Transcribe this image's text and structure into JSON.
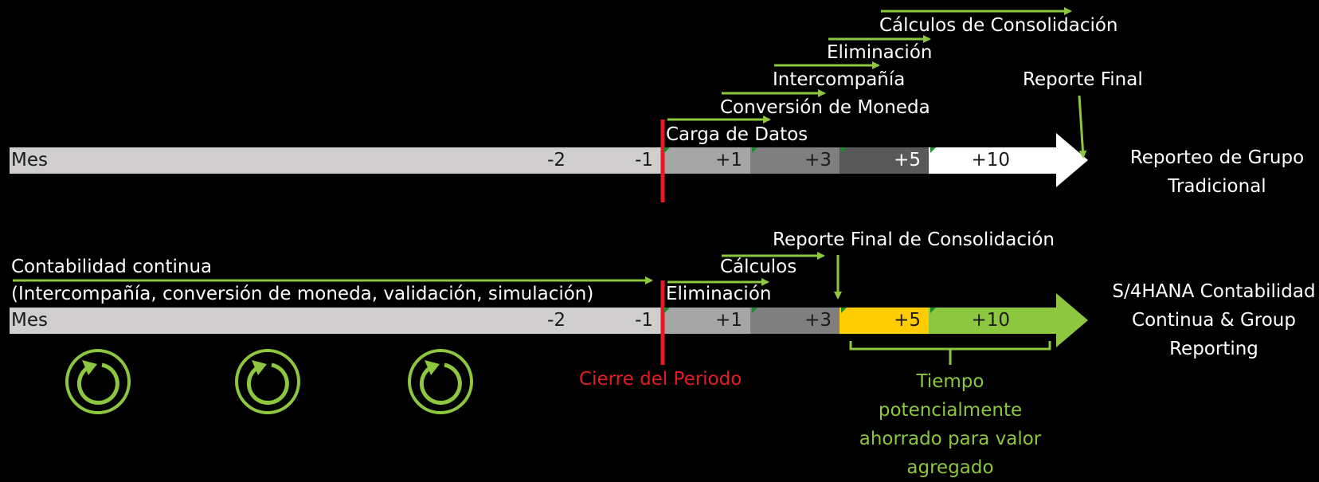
{
  "colors": {
    "background": "#000000",
    "accent_green": "#8dc63f",
    "red": "#e31b23",
    "yellow": "#ffcc00",
    "bar_light": "#d0cecf",
    "bar_mid": "#a6a6a6",
    "bar_dark": "#7f7f7f",
    "bar_darker": "#595959"
  },
  "top_row": {
    "title": "Reporteo de Grupo Tradicional",
    "start_label": "Mes",
    "ticks": [
      "-2",
      "-1",
      "+1",
      "+3",
      "+5",
      "+10"
    ],
    "steps": [
      "Carga de Datos",
      "Conversión de Moneda",
      "Intercompañía",
      "Eliminación",
      "Cálculos de Consolidación"
    ],
    "final": "Reporte Final"
  },
  "bottom_row": {
    "title": "S/4HANA Contabilidad Continua & Group Reporting",
    "start_label": "Mes",
    "ticks": [
      "-2",
      "-1",
      "+1",
      "+3",
      "+5",
      "+10"
    ],
    "continuous_line1": "Contabilidad continua",
    "continuous_line2": "(Intercompañía, conversión de moneda, validación, simulación)",
    "steps": [
      "Eliminación",
      "Cálculos"
    ],
    "final": "Reporte Final de Consolidación",
    "period_close": "Cierre del Periodo",
    "savings": "Tiempo potencialmente ahorrado para valor agregado",
    "cycle_icons": [
      "refresh-icon",
      "refresh-icon",
      "refresh-icon"
    ]
  }
}
